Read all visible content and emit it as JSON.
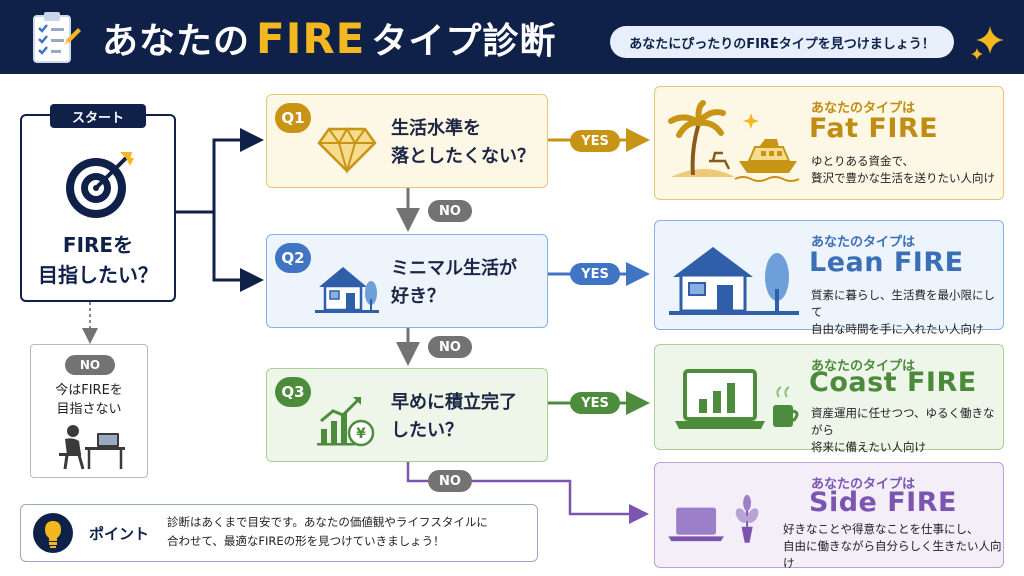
{
  "header": {
    "title_prefix": "あなたの",
    "title_highlight": "FIRE",
    "title_suffix": "タイプ診断",
    "subtitle": "あなたにぴったりのFIREタイプを見つけましょう！"
  },
  "start": {
    "tag": "スタート",
    "text": "FIREを\n目指したい？"
  },
  "no_fire": {
    "pill": "NO",
    "text": "今はFIREを\n目指さない"
  },
  "questions": [
    {
      "num": "Q1",
      "text": "生活水準を\n落としたくない？",
      "icon": "diamond-icon"
    },
    {
      "num": "Q2",
      "text": "ミニマル生活が\n好き？",
      "icon": "house-icon"
    },
    {
      "num": "Q3",
      "text": "早めに積立完了\nしたい？",
      "icon": "growth-chart-yen-icon"
    }
  ],
  "pills": {
    "yes": "YES",
    "no": "NO"
  },
  "results": [
    {
      "label": "あなたのタイプは",
      "name": "Fat FIRE",
      "desc": "ゆとりある資金で、\n贅沢で豊かな生活を送りたい人向け",
      "icon": "island-yacht-icon"
    },
    {
      "label": "あなたのタイプは",
      "name": "Lean FIRE",
      "desc": "質素に暮らし、生活費を最小限にして\n自由な時間を手に入れたい人向け",
      "icon": "house-tree-icon"
    },
    {
      "label": "あなたのタイプは",
      "name": "Coast FIRE",
      "desc": "資産運用に任せつつ、ゆるく働きながら\n将来に備えたい人向け",
      "icon": "laptop-chart-coffee-icon"
    },
    {
      "label": "あなたのタイプは",
      "name": "Side FIRE",
      "desc": "好きなことや得意なことを仕事にし、\n自由に働きながら自分らしく生きたい人向け",
      "icon": "laptop-plant-icon"
    }
  ],
  "point": {
    "label": "ポイント",
    "text": "診断はあくまで目安です。あなたの価値観やライフスタイルに\n合わせて、最適なFIREの形を見つけていきましょう！"
  },
  "colors": {
    "navy": "#0f2149",
    "gold": "#c89416",
    "blue": "#3f75c2",
    "green": "#4c8c3c",
    "purple": "#7b55b0",
    "gray": "#737373"
  }
}
